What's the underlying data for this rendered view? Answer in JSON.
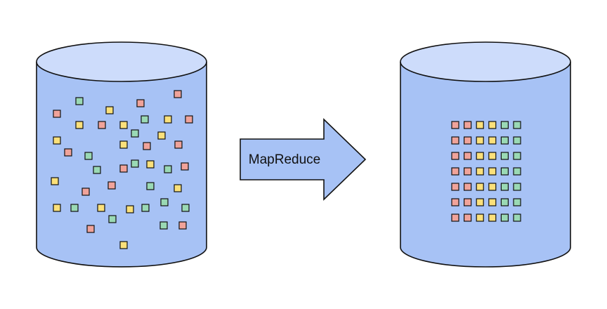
{
  "diagram": {
    "arrow_label": "MapReduce",
    "colors": {
      "cylinder_body": "#a7c2f5",
      "cylinder_top": "#cddcfb",
      "outline": "#111111",
      "arrow_fill": "#a7c2f5",
      "square_red": "#f0a39a",
      "square_green": "#9ad9b4",
      "square_yellow": "#fbe07a"
    },
    "source_cylinder": {
      "description_free": true
    },
    "target_cylinder": {
      "grid_rows": 7,
      "grid_columns": [
        "red",
        "red",
        "yellow",
        "yellow",
        "green",
        "green"
      ]
    }
  }
}
